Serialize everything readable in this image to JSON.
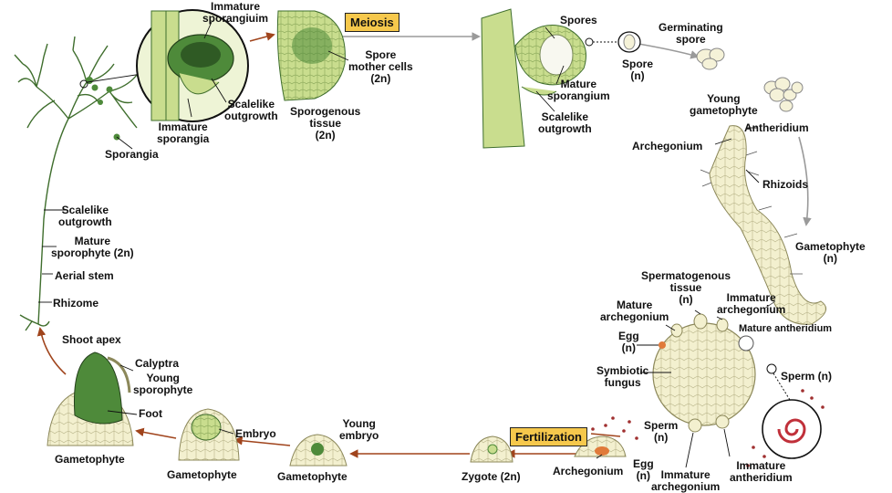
{
  "stages": {
    "meiosis": "Meiosis",
    "fertilization": "Fertilization"
  },
  "labels": {
    "immature_sporangium": [
      "Immature",
      "sporangiuim"
    ],
    "immature_sporangia": [
      "Immature",
      "sporangia"
    ],
    "scalelike_outgrowth_top": [
      "Scalelike",
      "outgrowth"
    ],
    "sporogenous_tissue": [
      "Sporogenous",
      "tissue",
      "(2n)"
    ],
    "spore_mother_cells": [
      "Spore",
      "mother cells",
      "(2n)"
    ],
    "spores": "Spores",
    "spore": [
      "Spore",
      "(n)"
    ],
    "germinating_spore": [
      "Germinating",
      "spore"
    ],
    "mature_sporangium": [
      "Mature",
      "sporangium"
    ],
    "scalelike_outgrowth_mid": [
      "Scalelike",
      "outgrowth"
    ],
    "young_gametophyte": [
      "Young",
      "gametophyte"
    ],
    "antheridium": "Antheridium",
    "archegonium_top": "Archegonium",
    "rhizoids": "Rhizoids",
    "gametophyte_right": [
      "Gametophyte",
      "(n)"
    ],
    "spermatogenous_tissue": [
      "Spermatogenous",
      "tissue",
      "(n)"
    ],
    "immature_archegonium_top": [
      "Immature",
      "archegonium"
    ],
    "mature_archegonium": [
      "Mature",
      "archegonium"
    ],
    "mature_antheridium": "Mature antheridium",
    "egg_mid": [
      "Egg",
      "(n)"
    ],
    "symbiotic_fungus": [
      "Symbiotic",
      "fungus"
    ],
    "sperm_right": "Sperm (n)",
    "sperm_bottom": [
      "Sperm",
      "(n)"
    ],
    "immature_archegonium_bottom": [
      "Immature",
      "archegonium"
    ],
    "immature_antheridium": [
      "Immature",
      "antheridium"
    ],
    "egg_bottom": [
      "Egg",
      "(n)"
    ],
    "archegonium_bottom": "Archegonium",
    "zygote": "Zygote (2n)",
    "young_embryo": [
      "Young",
      "embryo"
    ],
    "gametophyte_b1": "Gametophyte",
    "embryo": "Embryo",
    "gametophyte_b2": "Gametophyte",
    "gametophyte_b3": "Gametophyte",
    "foot": "Foot",
    "shoot_apex": "Shoot apex",
    "calyptra": "Calyptra",
    "young_sporophyte": [
      "Young",
      "sporophyte"
    ],
    "sporangia": "Sporangia",
    "scalelike_outgrowth_left": [
      "Scalelike",
      "outgrowth"
    ],
    "mature_sporophyte": [
      "Mature",
      "sporophyte (2n)"
    ],
    "aerial_stem": "Aerial stem",
    "rhizome": "Rhizome"
  },
  "colors": {
    "plant_green": "#c9dd8e",
    "dark_green": "#4e8a3a",
    "arrow_brown": "#a0441c",
    "arrow_gray": "#9a9a9a",
    "cell": "#f3f0cf",
    "stage_yellow": "#f6c84c"
  }
}
